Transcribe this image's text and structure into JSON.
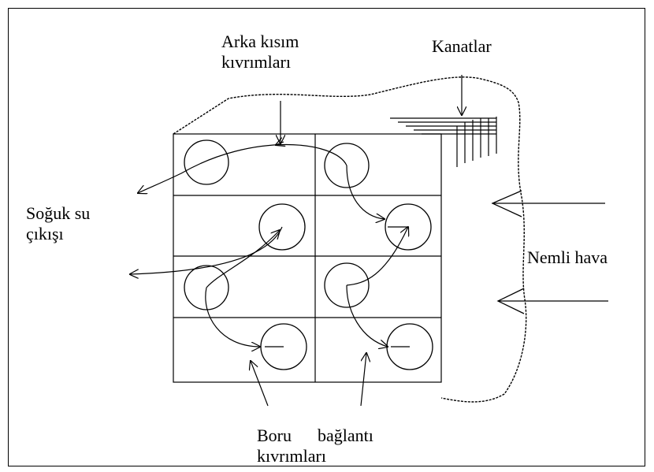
{
  "labels": {
    "rear_bends_line1": "Arka  kısım",
    "rear_bends_line2": "kıvrımları",
    "fins": "Kanatlar",
    "cold_water_line1": "Soğuk su",
    "cold_water_line2": "çıkışı",
    "humid_air": "Nemli hava",
    "pipe_bends_line1": "Boru      bağlantı",
    "pipe_bends_line2": "kıvrımları"
  }
}
